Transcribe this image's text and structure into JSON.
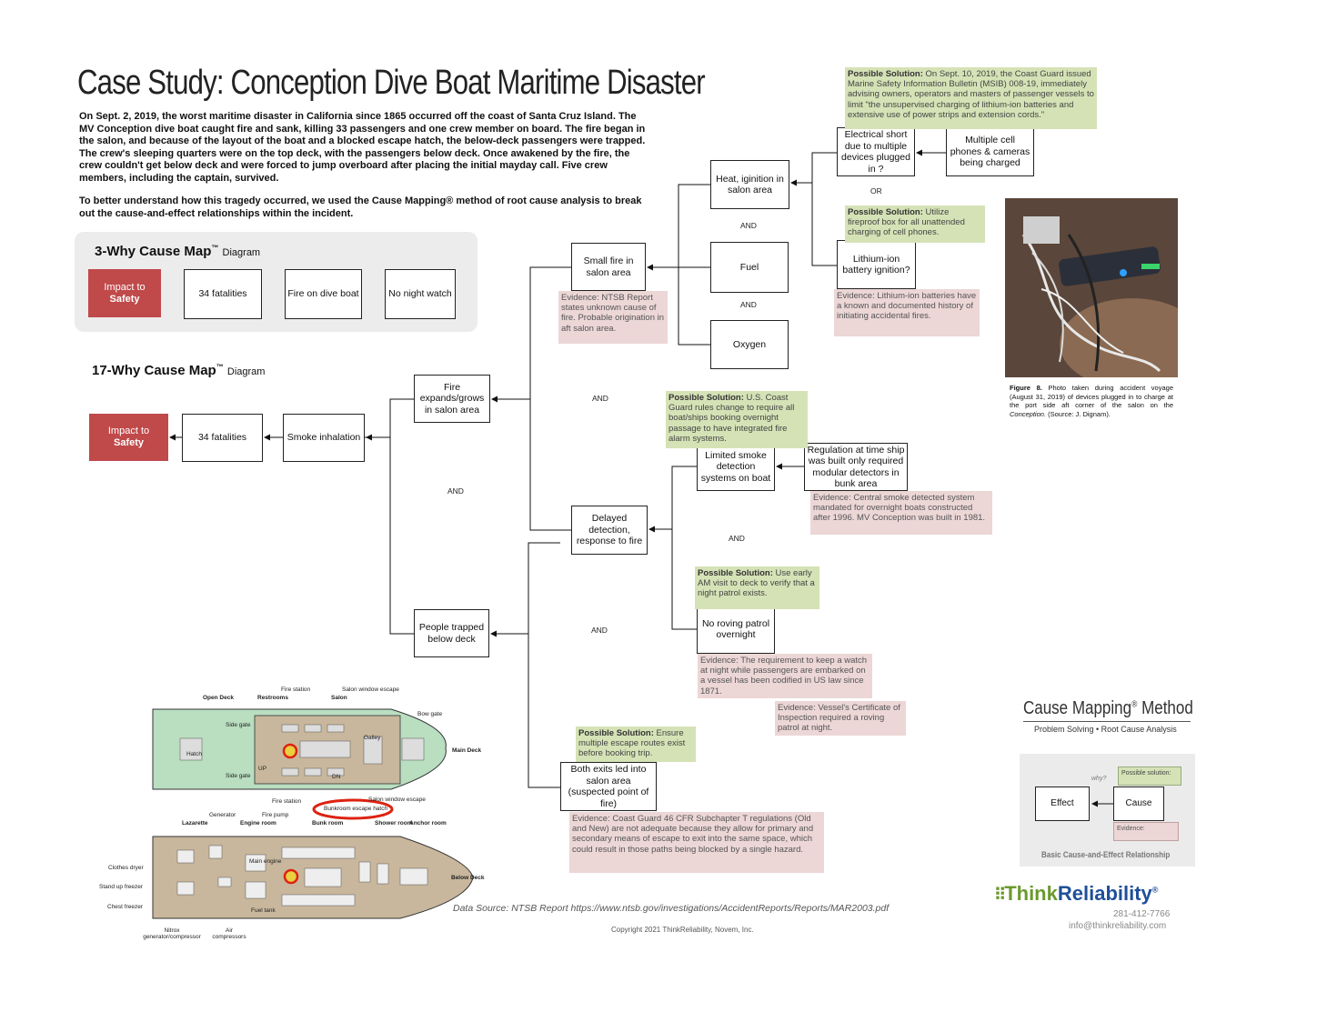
{
  "title": "Case Study: Conception Dive Boat Maritime Disaster",
  "intro": {
    "p1": "On Sept. 2, 2019, the worst maritime disaster in California since 1865 occurred off the coast of Santa Cruz Island. The MV Conception dive boat caught fire and sank, killing 33 passengers and one crew member on board. The fire began in the salon, and because of the layout of the boat and a blocked escape hatch, the below-deck passengers were trapped. The crew's sleeping quarters were on the top deck, with the passengers below deck. Once awakened by the fire, the crew couldn't get below deck and were forced to jump overboard after placing the initial mayday call. Five crew members, including the captain, survived.",
    "p2": "To better understand how this tragedy occurred, we used the Cause Mapping® method of root cause analysis to break out the cause-and-effect relationships within the incident."
  },
  "map3": {
    "heading": "3-Why Cause Map",
    "tm": "™",
    "sub": "Diagram",
    "impact_line1": "Impact to",
    "impact_line2": "Safety",
    "b1": "34 fatalities",
    "b2": "Fire on dive boat",
    "b3": "No night watch"
  },
  "map17": {
    "heading": "17-Why Cause Map",
    "tm": "™",
    "sub": "Diagram",
    "impact_line1": "Impact to",
    "impact_line2": "Safety",
    "fatalities": "34 fatalities",
    "smoke": "Smoke inhalation",
    "fire_expands": "Fire expands/grows in salon area",
    "people_trapped": "People trapped below deck",
    "small_fire": "Small fire in salon area",
    "delayed": "Delayed detection, response to fire",
    "heat": "Heat, iginition in salon area",
    "fuel": "Fuel",
    "oxygen": "Oxygen",
    "electrical": "Electrical short due to multiple devices plugged in ?",
    "multiple_cell": "Multiple cell phones & cameras being charged",
    "lithium": "Lithium-ion battery ignition?",
    "limited_smoke": "Limited smoke detection systems on boat",
    "regulation": "Regulation at time ship was built only required modular detectors in bunk area",
    "no_patrol": "No roving patrol overnight",
    "both_exits": "Both exits led into salon area (suspected point of fire)",
    "gates": {
      "and1": "AND",
      "and2": "AND",
      "and3": "AND",
      "and4": "AND",
      "and5": "AND",
      "and6": "AND",
      "or1": "OR"
    }
  },
  "solutions": {
    "label": "Possible Solution:",
    "s1": "On Sept. 10, 2019, the Coast Guard issued Marine Safety Information Bulletin (MSIB) 008-19, immediately advising owners, operators and masters of passenger vessels to limit \"the unsupervised charging of lithium-ion batteries and extensive use of power strips and extension cords.\"",
    "s2": "Utilize fireproof box for all unattended charging of cell phones.",
    "s3": "U.S. Coast Guard rules change to require all boat/ships booking overnight passage to have integrated fire alarm systems.",
    "s4": "Use early AM visit to deck to verify that a night patrol exists.",
    "s5": "Ensure multiple escape routes exist before booking trip."
  },
  "evidence": {
    "e1": "Evidence: NTSB Report states unknown cause of fire. Probable origination in aft salon area.",
    "e2": "Evidence: Lithium-ion batteries have a known and documented history of initiating accidental fires.",
    "e3": "Evidence: Central smoke detected system mandated for overnight boats constructed after 1996. MV Conception was built in 1981.",
    "e4": "Evidence: The requirement to keep a watch at night while passengers are embarked on a vessel has been codified in US law since 1871.",
    "e5": "Evidence: Vessel's Certificate of Inspection required a roving patrol at night.",
    "e6": "Evidence: Coast Guard 46 CFR Subchapter T regulations (Old and New) are not adequate because they allow for primary and secondary means of escape to exit into the same space, which could result in those paths being blocked by a single hazard."
  },
  "photo": {
    "caption_bold": "Figure 8.",
    "caption": "Photo taken during accident voyage (August 31, 2019) of devices plugged in to charge at the port side aft corner of the salon on the",
    "caption_italic": "Conception.",
    "caption_end": "(Source: J. Dignam)."
  },
  "deckplan": {
    "open_deck": "Open Deck",
    "restrooms": "Restrooms",
    "fire_station_top": "Fire station",
    "salon_window_escape_top": "Salon window escape",
    "salon": "Salon",
    "bow_gate": "Bow gate",
    "side_gate_1": "Side gate",
    "side_gate_2": "Side gate",
    "hatch": "Hatch",
    "galley": "Galley",
    "main_deck": "Main Deck",
    "fire_station_bottom": "Fire station",
    "salon_window_escape_bottom": "Salon window escape",
    "bunkroom_escape_hatch": "Bunkroom escape hatch",
    "lazarette": "Lazarette",
    "generator": "Generator",
    "engine_room": "Engine room",
    "fire_pump": "Fire pump",
    "bunk_room": "Bunk room",
    "shower_room": "Shower room",
    "anchor_room": "Anchor room",
    "below_deck": "Below Deck",
    "clothes_dryer": "Clothes dryer",
    "stand_up_freezer": "Stand up freezer",
    "chest_freezer": "Chest freezer",
    "nitrox": "Nitrox generator/compressor",
    "air_compressors": "Air compressors",
    "main_engine": "Main engine",
    "fuel_tank": "Fuel tank",
    "up": "UP",
    "dn": "DN"
  },
  "footer": {
    "data_source": "Data Source:  NTSB Report https://www.ntsb.gov/investigations/AccidentReports/Reports/MAR2003.pdf",
    "copyright": "Copyright 2021 ThinkReliability, Novem, Inc."
  },
  "legend": {
    "title": "Cause Mapping",
    "reg": "®",
    "title_end": "Method",
    "subtitle": "Problem Solving • Root Cause Analysis",
    "effect": "Effect",
    "cause": "Cause",
    "why": "why?",
    "possible_solution": "Possible solution:",
    "evidence": "Evidence:",
    "caption": "Basic Cause-and-Effect Relationship"
  },
  "brand": {
    "think": "Think",
    "reliability": "Reliability",
    "reg": "®",
    "phone": "281-412-7766",
    "email": "info@thinkreliability.com"
  },
  "colors": {
    "impact": "#c0494a",
    "solution": "#d5e2b6",
    "evidence": "#ecd6d6",
    "brand_green": "#6a9a2e",
    "brand_blue": "#1f4f9a"
  }
}
